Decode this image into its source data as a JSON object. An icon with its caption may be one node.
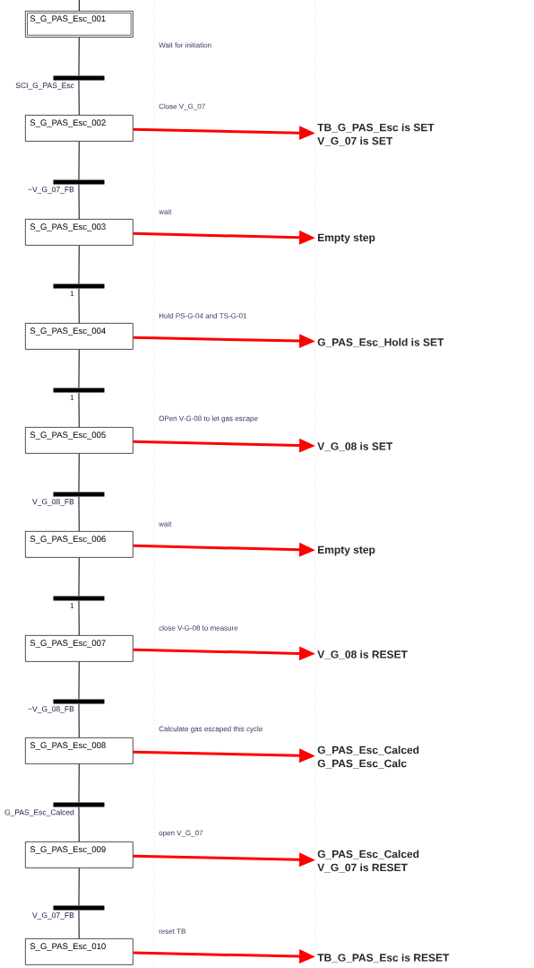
{
  "diagram": {
    "nodes": [
      {
        "text": [
          "S_G_PAS_Esc_001"
        ],
        "beside": [
          "Wait for initiation"
        ]
      },
      {
        "text": [
          "SCI_G_PAS_Esc"
        ]
      },
      {
        "text": [
          "S_G_PAS_Esc_002"
        ],
        "beside": [
          "Close V_G_07"
        ]
      },
      {
        "text": [
          "TB_G_PAS_Esc is SET",
          "V_G_07 is SET"
        ]
      },
      {
        "text": [
          "~V_G_07_FB"
        ]
      },
      {
        "text": [
          "S_G_PAS_Esc_003"
        ],
        "beside": [
          "wait"
        ]
      },
      {
        "text": [
          "Empty step"
        ]
      },
      {
        "text": [
          "1"
        ]
      },
      {
        "text": [
          "S_G_PAS_Esc_004"
        ],
        "beside": [
          "Hold PS-G-04 and TS-G-01"
        ]
      },
      {
        "text": [
          "G_PAS_Esc_Hold is SET"
        ]
      },
      {
        "text": [
          "1"
        ]
      },
      {
        "text": [
          "S_G_PAS_Esc_005"
        ],
        "beside": [
          "OPen V-G-08 to let gas escape"
        ]
      },
      {
        "text": [
          "V_G_08 is SET"
        ]
      },
      {
        "text": [
          "V_G_08_FB"
        ]
      },
      {
        "text": [
          "S_G_PAS_Esc_006"
        ],
        "beside": [
          "wait"
        ]
      },
      {
        "text": [
          "Empty step"
        ]
      },
      {
        "text": [
          "1"
        ]
      },
      {
        "text": [
          "S_G_PAS_Esc_007"
        ],
        "beside": [
          "close V-G-08 to measure"
        ]
      },
      {
        "text": [
          "V_G_08 is RESET"
        ]
      },
      {
        "text": [
          "~V_G_08_FB"
        ]
      },
      {
        "text": [
          "S_G_PAS_Esc_008"
        ],
        "beside": [
          "Calculate gas escaped this cycle"
        ]
      },
      {
        "text": [
          "G_PAS_Esc_Calced",
          "G_PAS_Esc_Calc"
        ]
      },
      {
        "text": [
          "G_PAS_Esc_Calced"
        ]
      },
      {
        "text": [
          "S_G_PAS_Esc_009"
        ],
        "beside": [
          "open V_G_07"
        ]
      },
      {
        "text": [
          "G_PAS_Esc_Calced",
          "V_G_07 is RESET"
        ]
      },
      {
        "text": [
          "V_G_07_FB"
        ]
      },
      {
        "text": [
          "S_G_PAS_Esc_010"
        ],
        "beside": [
          "reset TB"
        ]
      },
      {
        "text": [
          "TB_G_PAS_Esc is RESET"
        ]
      }
    ],
    "edges": [
      {
        "from": null,
        "to": 0,
        "arrow": "none"
      },
      {
        "from": 0,
        "to": 1,
        "arrow": "none"
      },
      {
        "from": 1,
        "to": 2,
        "arrow": "none"
      },
      {
        "from": 2,
        "to": 3,
        "arrow": "to",
        "style": "thick",
        "color": "#ff0000"
      },
      {
        "from": 2,
        "to": 4,
        "arrow": "none"
      },
      {
        "from": 4,
        "to": 5,
        "arrow": "none"
      },
      {
        "from": 5,
        "to": 6,
        "arrow": "to",
        "style": "thick",
        "color": "#ff0000"
      },
      {
        "from": 5,
        "to": 7,
        "arrow": "none"
      },
      {
        "from": 7,
        "to": 8,
        "arrow": "none"
      },
      {
        "from": 8,
        "to": 9,
        "arrow": "to",
        "style": "thick",
        "color": "#ff0000"
      },
      {
        "from": 8,
        "to": 10,
        "arrow": "none"
      },
      {
        "from": 10,
        "to": 11,
        "arrow": "none"
      },
      {
        "from": 11,
        "to": 12,
        "arrow": "to",
        "style": "thick",
        "color": "#ff0000"
      },
      {
        "from": 11,
        "to": 13,
        "arrow": "none"
      },
      {
        "from": 13,
        "to": 14,
        "arrow": "none"
      },
      {
        "from": 14,
        "to": 15,
        "arrow": "to",
        "style": "thick",
        "color": "#ff0000"
      },
      {
        "from": 14,
        "to": 16,
        "arrow": "none"
      },
      {
        "from": 16,
        "to": 17,
        "arrow": "none"
      },
      {
        "from": 17,
        "to": 18,
        "arrow": "to",
        "style": "thick",
        "color": "#ff0000"
      },
      {
        "from": 17,
        "to": 19,
        "arrow": "none"
      },
      {
        "from": 19,
        "to": 20,
        "arrow": "none"
      },
      {
        "from": 20,
        "to": 21,
        "arrow": "to",
        "style": "thick",
        "color": "#ff0000"
      },
      {
        "from": 20,
        "to": 22,
        "arrow": "none"
      },
      {
        "from": 22,
        "to": 23,
        "arrow": "none"
      },
      {
        "from": 23,
        "to": 24,
        "arrow": "to",
        "style": "thick",
        "color": "#ff0000"
      },
      {
        "from": 23,
        "to": 25,
        "arrow": "none"
      },
      {
        "from": 25,
        "to": 26,
        "arrow": "none"
      },
      {
        "from": 26,
        "to": 27,
        "arrow": "to",
        "style": "thick",
        "color": "#ff0000"
      }
    ]
  }
}
